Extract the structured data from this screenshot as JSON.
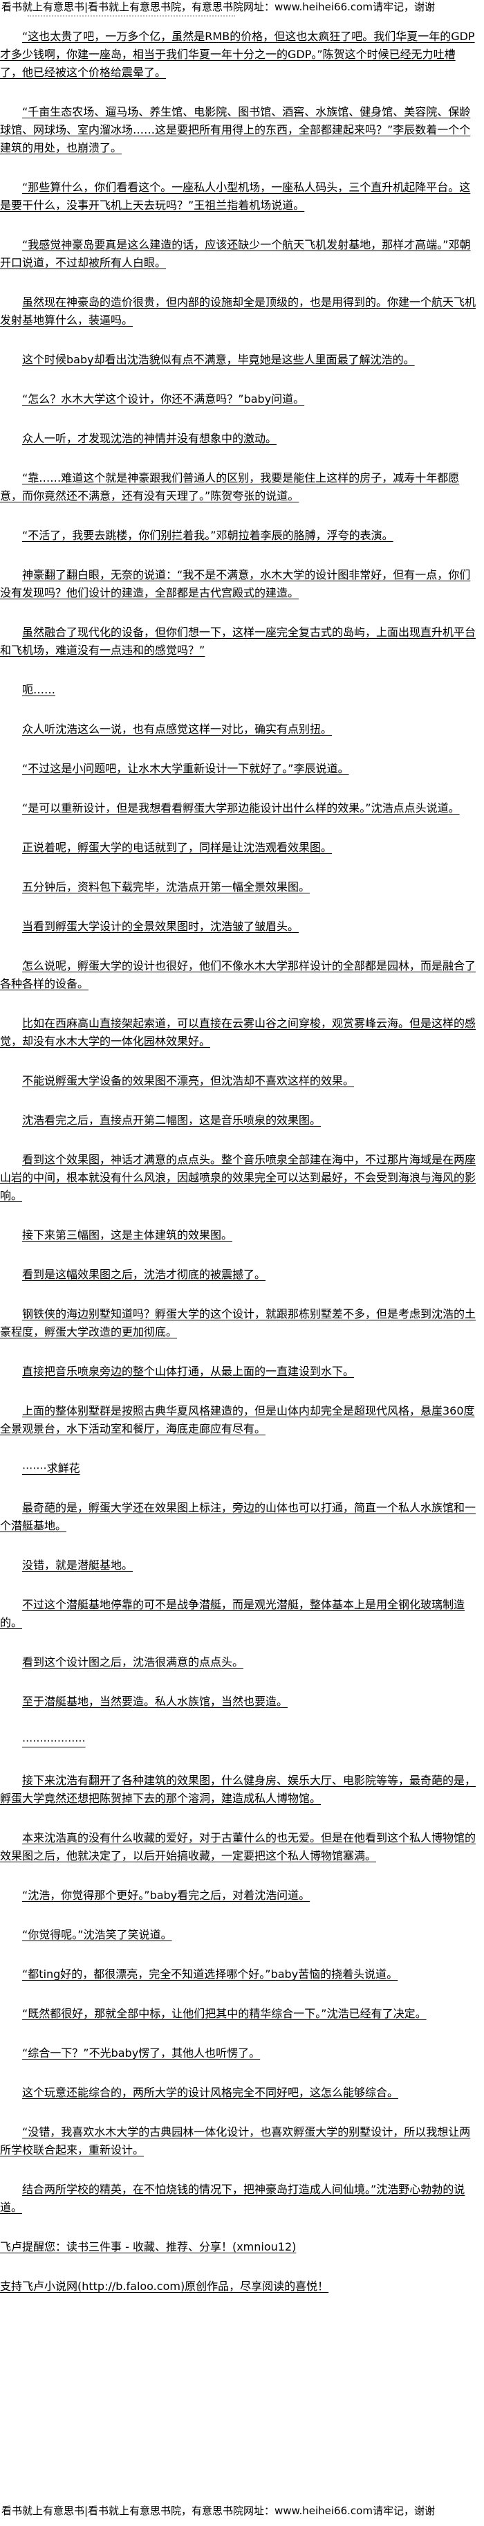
{
  "site_banner": "看书就上有意思书|看书就上有意思书院，有意思书院网址：www.heihei66.com请牢记，谢谢",
  "paragraphs": [
    "“这也太贵了吧，一万多个亿，虽然是RMB的价格，但这也太疯狂了吧。我们华夏一年的GDP才多少钱啊，你建一座岛，相当于我们华夏一年十分之一的GDP。”陈贺这个时候已经无力吐槽了，他已经被这个价格给震晕了。",
    "“千亩生态农场、遛马场、养生馆、电影院、图书馆、酒窖、水族馆、健身馆、美容院、保龄球馆、网球场、室内溜冰场……这是要把所有用得上的东西，全部都建起来吗？”李辰数着一个个建筑的用处，也崩溃了。",
    "“那些算什么，你们看看这个。一座私人小型机场，一座私人码头，三个直升机起降平台。这是要干什么，没事开飞机上天去玩吗？”王祖兰指着机场说道。",
    "“我感觉神豪岛要真是这么建造的话，应该还缺少一个航天飞机发射基地，那样才高端。”邓朝开口说道，不过却被所有人白眼。",
    "虽然现在神豪岛的造价很贵，但内部的设施却全是顶级的，也是用得到的。你建一个航天飞机发射基地算什么，装逼吗。",
    "这个时候baby却看出沈浩貌似有点不满意，毕竟她是这些人里面最了解沈浩的。",
    "“怎么？水木大学这个设计，你还不满意吗？”baby问道。",
    "众人一听，才发现沈浩的神情并没有想象中的激动。",
    "“靠……难道这个就是神豪跟我们普通人的区别，我要是能住上这样的房子，减寿十年都愿意，而你竟然还不满意，还有没有天理了。”陈贺夸张的说道。",
    "“不活了，我要去跳楼，你们别拦着我。”邓朝拉着李辰的胳膊，浮夸的表演。",
    "神豪翻了翻白眼，无奈的说道：“我不是不满意，水木大学的设计图非常好，但有一点，你们没有发现吗？他们设计的建造，全部都是古代宫殿式的建造。",
    "虽然融合了现代化的设备，但你们想一下，这样一座完全复古式的岛屿，上面出现直升机平台和飞机场，难道没有一点违和的感觉吗？”",
    "呃……",
    "众人听沈浩这么一说，也有点感觉这样一对比，确实有点别扭。",
    "“不过这是小问题吧，让水木大学重新设计一下就好了。”李辰说道。",
    "“是可以重新设计，但是我想看看孵蛋大学那边能设计出什么样的效果。”沈浩点点头说道。",
    "正说着呢，孵蛋大学的电话就到了，同样是让沈浩观看效果图。",
    "五分钟后，资料包下载完毕，沈浩点开第一幅全景效果图。",
    "当看到孵蛋大学设计的全景效果图时，沈浩皱了皱眉头。",
    "怎么说呢，孵蛋大学的设计也很好，他们不像水木大学那样设计的全部都是园林，而是融合了各种各样的设备。",
    "比如在西麻高山直接架起索道，可以直接在云雾山谷之间穿梭，观赏雾峰云海。但是这样的感觉，却没有水木大学的一体化园林效果好。",
    "不能说孵蛋大学设备的效果图不漂亮，但沈浩却不喜欢这样的效果。",
    "沈浩看完之后，直接点开第二幅图，这是音乐喷泉的效果图。",
    "看到这个效果图，神话才满意的点点头。整个音乐喷泉全部建在海中，不过那片海域是在两座山岩的中间，根本就没有什么风浪，因越喷泉的效果完全可以达到最好，不会受到海浪与海风的影响。",
    "接下来第三幅图，这是主体建筑的效果图。",
    "看到是这幅效果图之后，沈浩才彻底的被震撼了。",
    "钢铁侠的海边别墅知道吗？孵蛋大学的这个设计，就跟那栋别墅差不多，但是考虑到沈浩的土豪程度，孵蛋大学改造的更加彻底。",
    "直接把音乐喷泉旁边的整个山体打通，从最上面的一直建设到水下。",
    "上面的整体别墅群是按照古典华夏风格建造的，但是山体内却完全是超现代风格，悬崖360度全景观景台，水下活动室和餐厅，海底走廊应有尽有。",
    "·······求鲜花",
    "最奇葩的是，孵蛋大学还在效果图上标注，旁边的山体也可以打通，简直一个私人水族馆和一个潜艇基地。",
    "没错，就是潜艇基地。",
    "不过这个潜艇基地停靠的可不是战争潜艇，而是观光潜艇，整体基本上是用全钢化玻璃制造的。",
    "看到这个设计图之后，沈浩很满意的点点头。",
    "至于潜艇基地，当然要造。私人水族馆，当然也要造。",
    "··················",
    "接下来沈浩有翻开了各种建筑的效果图，什么健身房、娱乐大厅、电影院等等，最奇葩的是，孵蛋大学竟然还想把陈贺掉下去的那个溶洞，建造成私人博物馆。",
    "本来沈浩真的没有什么收藏的爱好，对于古董什么的也无爱。但是在他看到这个私人博物馆的效果图之后，他就决定了，以后开始搞收藏，一定要把这个私人博物馆塞满。",
    "“沈浩，你觉得那个更好。”baby看完之后，对着沈浩问道。",
    "“你觉得呢。”沈浩笑了笑说道。",
    "“都ting好的，都很漂亮，完全不知道选择哪个好。”baby苦恼的挠着头说道。",
    "“既然都很好，那就全部中标，让他们把其中的精华综合一下。”沈浩已经有了决定。",
    "“综合一下？”不光baby愣了，其他人也听愣了。",
    "这个玩意还能综合的，两所大学的设计风格完全不同好吧，这怎么能够综合。",
    "“没错，我喜欢水木大学的古典园林一体化设计，也喜欢孵蛋大学的别墅设计，所以我想让两所学校联合起来，重新设计。",
    "结合两所学校的精英，在不怕烧钱的情况下，把神豪岛打造成人间仙境。”沈浩野心勃勃的说道。"
  ],
  "footer_notes": [
    "飞卢提醒您：读书三件事 - 收藏、推荐、分享！(xmniou12)",
    "支持飞卢小说网(http://b.faloo.com)原创作品，尽享阅读的喜悦！"
  ]
}
